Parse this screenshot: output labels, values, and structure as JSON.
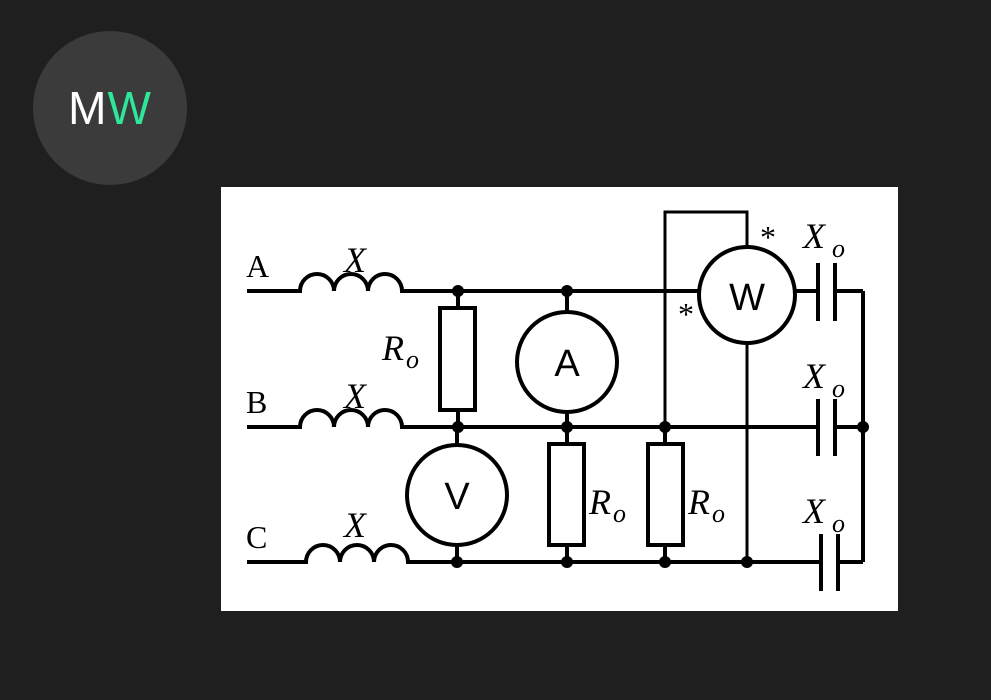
{
  "logo": {
    "letter1": "M",
    "letter2": "W",
    "colors": {
      "m": "#ffffff",
      "w": "#2fe69a"
    }
  },
  "diagram": {
    "phases": [
      "A",
      "B",
      "C"
    ],
    "inductor_label": "X",
    "resistor_label": "R",
    "resistor_sub": "o",
    "capacitor_label": "X",
    "capacitor_sub": "o",
    "meters": {
      "ammeter": "A",
      "voltmeter": "V",
      "wattmeter": "W"
    },
    "polarity_mark": "*"
  }
}
